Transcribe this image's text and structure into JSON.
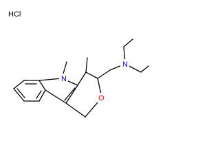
{
  "labels": {
    "salt": "HCl",
    "amine_nitrogen": "N",
    "ring_nitrogen": "N",
    "ring_oxygen": "O"
  },
  "colors": {
    "bond": "#000000",
    "carbon": "#000000",
    "nitrogen": "#0000ff",
    "oxygen": "#ff0000",
    "salt": "#000000"
  }
}
